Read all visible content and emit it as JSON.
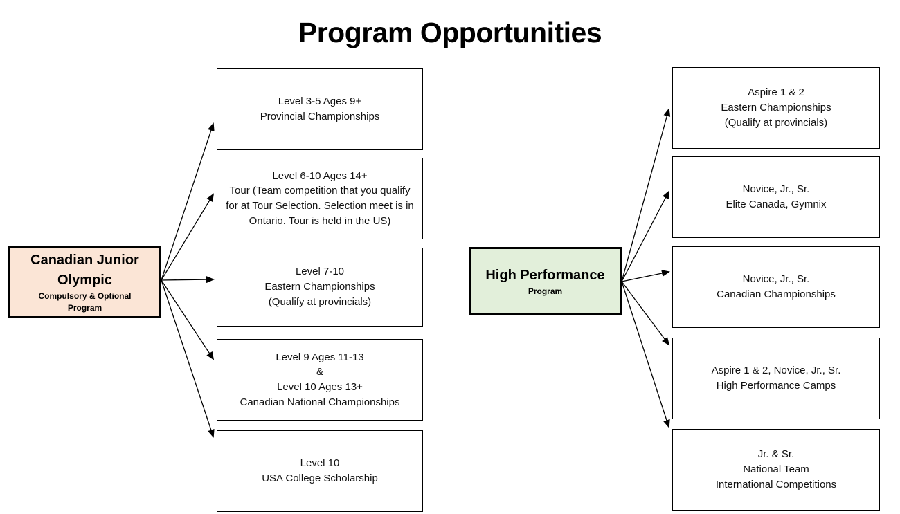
{
  "title": "Program Opportunities",
  "colors": {
    "junior_olympic_fill": "#FBE5D6",
    "high_performance_fill": "#E2EFDA",
    "box_border": "#000000",
    "background": "#FFFFFF"
  },
  "programs": [
    {
      "name_lines": [
        "Canadian Junior",
        "Olympic"
      ],
      "subtitle_lines": [
        "Compulsory & Optional",
        "Program"
      ],
      "opportunities": [
        {
          "lines": [
            "Level 3-5 Ages 9+",
            "Provincial Championships"
          ]
        },
        {
          "lines": [
            "Level 6-10 Ages 14+",
            "Tour (Team competition that you qualify for at Tour Selection. Selection meet is in Ontario. Tour is held in the US)"
          ]
        },
        {
          "lines": [
            "Level 7-10",
            "Eastern Championships",
            "(Qualify at provincials)"
          ]
        },
        {
          "lines": [
            "Level 9 Ages 11-13",
            "&",
            "Level 10 Ages 13+",
            "Canadian National Championships"
          ]
        },
        {
          "lines": [
            "Level 10",
            "USA College Scholarship"
          ]
        }
      ]
    },
    {
      "name_lines": [
        "High Performance"
      ],
      "subtitle_lines": [
        "Program"
      ],
      "opportunities": [
        {
          "lines": [
            "Aspire 1 & 2",
            "Eastern Championships",
            "(Qualify at provincials)"
          ]
        },
        {
          "lines": [
            "Novice, Jr., Sr.",
            "Elite Canada, Gymnix"
          ]
        },
        {
          "lines": [
            "Novice, Jr., Sr.",
            "Canadian Championships"
          ]
        },
        {
          "lines": [
            "Aspire 1 & 2, Novice, Jr., Sr.",
            "High Performance Camps"
          ]
        },
        {
          "lines": [
            "Jr. & Sr.",
            "National Team",
            "International Competitions"
          ]
        }
      ]
    }
  ]
}
